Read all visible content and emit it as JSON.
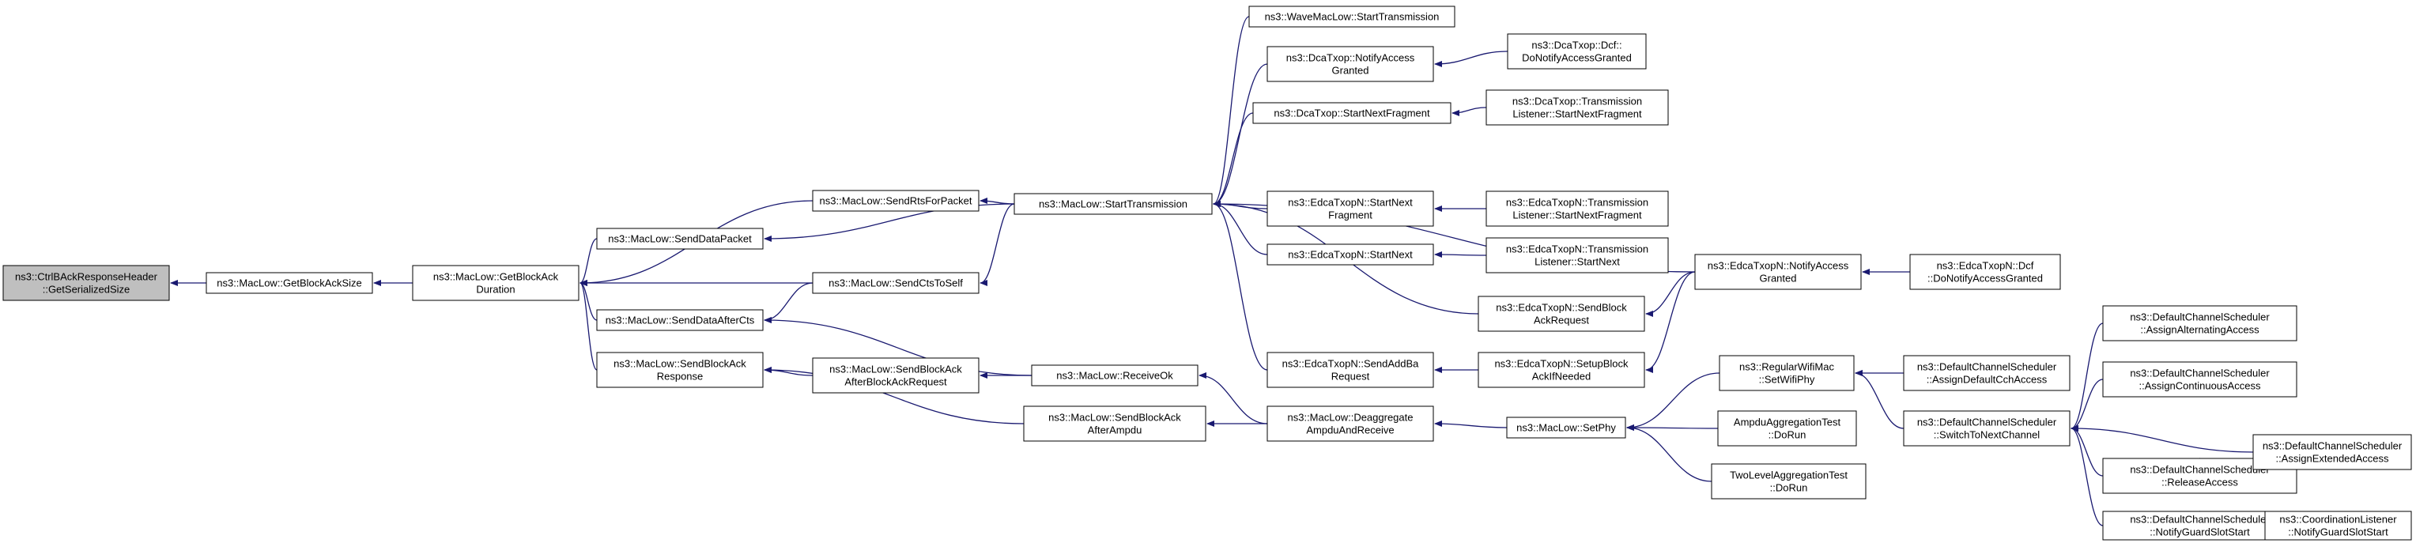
{
  "colors": {
    "edge": "#191970",
    "node_fill": "#ffffff",
    "root_fill": "#bfbfbf",
    "node_border": "#000000"
  },
  "nodes": [
    {
      "id": "root",
      "lines": [
        "ns3::CtrlBAckResponseHeader",
        "::GetSerializedSize"
      ],
      "root": true
    },
    {
      "id": "getBlockAckSize",
      "lines": [
        "ns3::MacLow::GetBlockAckSize"
      ]
    },
    {
      "id": "getBlockAckDuration",
      "lines": [
        "ns3::MacLow::GetBlockAck",
        "Duration"
      ]
    },
    {
      "id": "sendRtsForPacket",
      "lines": [
        "ns3::MacLow::SendRtsForPacket"
      ]
    },
    {
      "id": "sendDataPacket",
      "lines": [
        "ns3::MacLow::SendDataPacket"
      ]
    },
    {
      "id": "sendCtsToSelf",
      "lines": [
        "ns3::MacLow::SendCtsToSelf"
      ]
    },
    {
      "id": "sendDataAfterCts",
      "lines": [
        "ns3::MacLow::SendDataAfterCts"
      ]
    },
    {
      "id": "sendBlockAckResponse",
      "lines": [
        "ns3::MacLow::SendBlockAck",
        "Response"
      ]
    },
    {
      "id": "sendBlockAckAfterBlockAckRequest",
      "lines": [
        "ns3::MacLow::SendBlockAck",
        "AfterBlockAckRequest"
      ]
    },
    {
      "id": "receiveOk",
      "lines": [
        "ns3::MacLow::ReceiveOk"
      ]
    },
    {
      "id": "sendBlockAckAfterAmpdu",
      "lines": [
        "ns3::MacLow::SendBlockAck",
        "AfterAmpdu"
      ]
    },
    {
      "id": "startTransmission",
      "lines": [
        "ns3::MacLow::StartTransmission"
      ]
    },
    {
      "id": "waveStartTransmission",
      "lines": [
        "ns3::WaveMacLow::StartTransmission"
      ]
    },
    {
      "id": "dcaNotifyAccessGranted",
      "lines": [
        "ns3::DcaTxop::NotifyAccess",
        "Granted"
      ]
    },
    {
      "id": "dcaStartNextFragment",
      "lines": [
        "ns3::DcaTxop::StartNextFragment"
      ]
    },
    {
      "id": "edcaStartNextFragment",
      "lines": [
        "ns3::EdcaTxopN::StartNext",
        "Fragment"
      ]
    },
    {
      "id": "edcaStartNext",
      "lines": [
        "ns3::EdcaTxopN::StartNext"
      ]
    },
    {
      "id": "edcaSendBlockAckRequest",
      "lines": [
        "ns3::EdcaTxopN::SendBlock",
        "AckRequest"
      ]
    },
    {
      "id": "edcaSendAddBaRequest",
      "lines": [
        "ns3::EdcaTxopN::SendAddBa",
        "Request"
      ]
    },
    {
      "id": "deaggregate",
      "lines": [
        "ns3::MacLow::Deaggregate",
        "AmpduAndReceive"
      ]
    },
    {
      "id": "dcfDoNotifyAccessGranted",
      "lines": [
        "ns3::DcaTxop::Dcf::",
        "DoNotifyAccessGranted"
      ]
    },
    {
      "id": "tlStartNextFragment1",
      "lines": [
        "ns3::DcaTxop::Transmission",
        "Listener::StartNextFragment"
      ]
    },
    {
      "id": "tlStartNextFragment2",
      "lines": [
        "ns3::EdcaTxopN::Transmission",
        "Listener::StartNextFragment"
      ]
    },
    {
      "id": "tlStartNext",
      "lines": [
        "ns3::EdcaTxopN::Transmission",
        "Listener::StartNext"
      ]
    },
    {
      "id": "edcaSetupBlockAckIfNeeded",
      "lines": [
        "ns3::EdcaTxopN::SetupBlock",
        "AckIfNeeded"
      ]
    },
    {
      "id": "setPhy",
      "lines": [
        "ns3::MacLow::SetPhy"
      ]
    },
    {
      "id": "edcaNotifyAccessGranted",
      "lines": [
        "ns3::EdcaTxopN::NotifyAccess",
        "Granted"
      ]
    },
    {
      "id": "regularSetWifiPhy",
      "lines": [
        "ns3::RegularWifiMac",
        "::SetWifiPhy"
      ]
    },
    {
      "id": "ampduDoRun",
      "lines": [
        "AmpduAggregationTest",
        "::DoRun"
      ]
    },
    {
      "id": "twoLevelDoRun",
      "lines": [
        "TwoLevelAggregationTest",
        "::DoRun"
      ]
    },
    {
      "id": "edcaDcfDoNotify",
      "lines": [
        "ns3::EdcaTxopN::Dcf",
        "::DoNotifyAccessGranted"
      ]
    },
    {
      "id": "assignDefaultCch",
      "lines": [
        "ns3::DefaultChannelScheduler",
        "::AssignDefaultCchAccess"
      ]
    },
    {
      "id": "switchToNextChannel",
      "lines": [
        "ns3::DefaultChannelScheduler",
        "::SwitchToNextChannel"
      ]
    },
    {
      "id": "assignAlternating",
      "lines": [
        "ns3::DefaultChannelScheduler",
        "::AssignAlternatingAccess"
      ]
    },
    {
      "id": "assignContinuous",
      "lines": [
        "ns3::DefaultChannelScheduler",
        "::AssignContinuousAccess"
      ]
    },
    {
      "id": "releaseAccess",
      "lines": [
        "ns3::DefaultChannelScheduler",
        "::ReleaseAccess"
      ]
    },
    {
      "id": "assignExtended",
      "lines": [
        "ns3::DefaultChannelScheduler",
        "::AssignExtendedAccess"
      ]
    },
    {
      "id": "notifyGuardSlotStart",
      "lines": [
        "ns3::DefaultChannelScheduler",
        "::NotifyGuardSlotStart"
      ]
    },
    {
      "id": "coordNotifyGuardSlotStart",
      "lines": [
        "ns3::CoordinationListener",
        "::NotifyGuardSlotStart"
      ]
    }
  ],
  "edges": [
    [
      "getBlockAckSize",
      "root"
    ],
    [
      "getBlockAckDuration",
      "getBlockAckSize"
    ],
    [
      "sendRtsForPacket",
      "getBlockAckDuration"
    ],
    [
      "sendDataPacket",
      "getBlockAckDuration"
    ],
    [
      "sendCtsToSelf",
      "getBlockAckDuration"
    ],
    [
      "sendDataAfterCts",
      "getBlockAckDuration"
    ],
    [
      "sendBlockAckResponse",
      "getBlockAckDuration"
    ],
    [
      "startTransmission",
      "sendRtsForPacket"
    ],
    [
      "startTransmission",
      "sendDataPacket"
    ],
    [
      "startTransmission",
      "sendCtsToSelf"
    ],
    [
      "sendCtsToSelf",
      "sendDataAfterCts"
    ],
    [
      "receiveOk",
      "sendDataAfterCts"
    ],
    [
      "sendBlockAckAfterBlockAckRequest",
      "sendBlockAckResponse"
    ],
    [
      "sendBlockAckAfterAmpdu",
      "sendBlockAckResponse"
    ],
    [
      "receiveOk",
      "sendBlockAckAfterBlockAckRequest"
    ],
    [
      "deaggregate",
      "receiveOk"
    ],
    [
      "deaggregate",
      "sendBlockAckAfterAmpdu"
    ],
    [
      "waveStartTransmission",
      "startTransmission"
    ],
    [
      "dcaNotifyAccessGranted",
      "startTransmission"
    ],
    [
      "dcaStartNextFragment",
      "startTransmission"
    ],
    [
      "edcaStartNextFragment",
      "startTransmission"
    ],
    [
      "edcaStartNext",
      "startTransmission"
    ],
    [
      "edcaSendBlockAckRequest",
      "startTransmission"
    ],
    [
      "edcaSendAddBaRequest",
      "startTransmission"
    ],
    [
      "edcaNotifyAccessGranted",
      "startTransmission"
    ],
    [
      "dcfDoNotifyAccessGranted",
      "dcaNotifyAccessGranted"
    ],
    [
      "tlStartNextFragment1",
      "dcaStartNextFragment"
    ],
    [
      "tlStartNextFragment2",
      "edcaStartNextFragment"
    ],
    [
      "tlStartNext",
      "edcaStartNext"
    ],
    [
      "edcaNotifyAccessGranted",
      "edcaSendBlockAckRequest"
    ],
    [
      "edcaSetupBlockAckIfNeeded",
      "edcaSendAddBaRequest"
    ],
    [
      "edcaNotifyAccessGranted",
      "edcaSetupBlockAckIfNeeded"
    ],
    [
      "setPhy",
      "deaggregate"
    ],
    [
      "edcaDcfDoNotify",
      "edcaNotifyAccessGranted"
    ],
    [
      "regularSetWifiPhy",
      "setPhy"
    ],
    [
      "ampduDoRun",
      "setPhy"
    ],
    [
      "twoLevelDoRun",
      "setPhy"
    ],
    [
      "assignDefaultCch",
      "regularSetWifiPhy"
    ],
    [
      "switchToNextChannel",
      "regularSetWifiPhy"
    ],
    [
      "assignAlternating",
      "switchToNextChannel"
    ],
    [
      "assignContinuous",
      "switchToNextChannel"
    ],
    [
      "assignExtended",
      "switchToNextChannel"
    ],
    [
      "releaseAccess",
      "switchToNextChannel"
    ],
    [
      "notifyGuardSlotStart",
      "switchToNextChannel"
    ],
    [
      "assignExtended",
      "releaseAccess"
    ],
    [
      "coordNotifyGuardSlotStart",
      "notifyGuardSlotStart"
    ]
  ]
}
